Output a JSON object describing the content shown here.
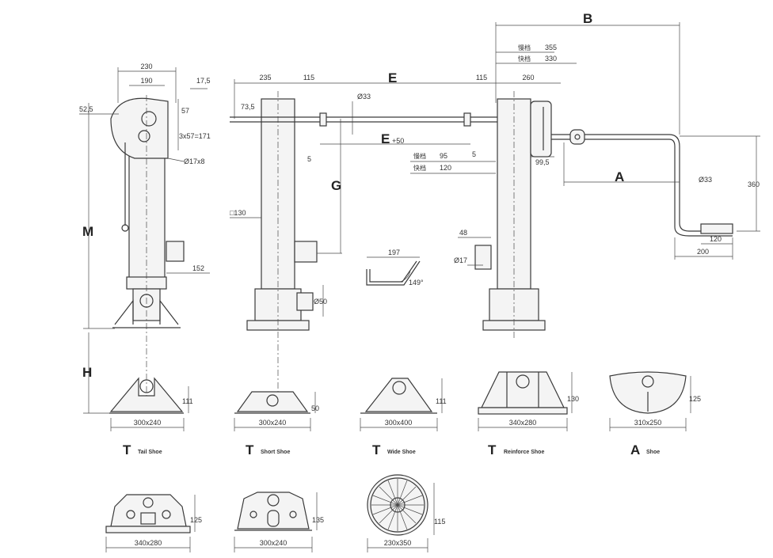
{
  "letters": {
    "B": "B",
    "E": "E",
    "E_plus": "E",
    "E_plus_suffix": "+50",
    "G": "G",
    "M": "M",
    "H": "H",
    "A": "A"
  },
  "dims": {
    "d230": "230",
    "d190": "190",
    "d17_5": "17,5",
    "d52_5": "52,5",
    "d57": "57",
    "d3x57": "3x57=171",
    "d17x8": "Ø17x8",
    "d152": "152",
    "d235": "235",
    "d115a": "115",
    "d115b": "115",
    "d260": "260",
    "d73_5": "73,5",
    "d33a": "Ø33",
    "d5a": "5",
    "d5b": "5",
    "d130sq": "□130",
    "d50dia": "Ø50",
    "d99_5": "99,5",
    "d33b": "Ø33",
    "d360": "360",
    "d120": "120",
    "d200": "200",
    "d48": "48",
    "d17b": "Ø17",
    "d197": "197",
    "d149": "149°"
  },
  "speeds": {
    "slow_label": "慢档",
    "slow_355": "355",
    "fast_label": "快档",
    "fast_330": "330",
    "slow2_label": "慢档",
    "slow2_95": "95",
    "fast2_label": "快档",
    "fast2_120": "120"
  },
  "shoes": [
    {
      "letter": "T",
      "name": "Tail Shoe",
      "size": "300x240",
      "height": "111"
    },
    {
      "letter": "T",
      "name": "Short Shoe",
      "size": "300x240",
      "height": "50"
    },
    {
      "letter": "T",
      "name": "Wide Shoe",
      "size": "300x400",
      "height": "111"
    },
    {
      "letter": "T",
      "name": "Reinforce Shoe",
      "size": "340x280",
      "height": "130"
    },
    {
      "letter": "A",
      "name": "Shoe",
      "size": "310x250",
      "height": "125"
    }
  ],
  "shoes_bottom": [
    {
      "size": "340x280",
      "height": "125"
    },
    {
      "size": "300x240",
      "height": "135"
    },
    {
      "size": "230x350",
      "height": "115"
    }
  ]
}
